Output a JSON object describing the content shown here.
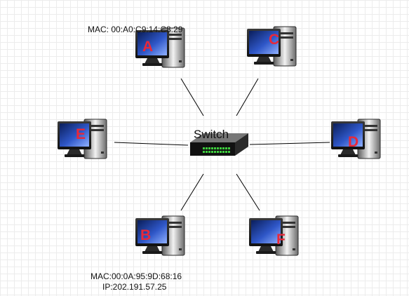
{
  "switch": {
    "label": "Switch",
    "icon": "network-switch-icon"
  },
  "computers": {
    "a": {
      "letter": "A",
      "mac": "MAC: 00:A0:C9:14:C8:29",
      "icon": "desktop-computer-icon"
    },
    "b": {
      "letter": "B",
      "mac": "MAC:00:0A:95:9D:68:16",
      "ip": "IP:202.191.57.25",
      "icon": "desktop-computer-icon"
    },
    "c": {
      "letter": "C",
      "icon": "desktop-computer-icon"
    },
    "d": {
      "letter": "D",
      "icon": "desktop-computer-icon"
    },
    "e": {
      "letter": "E",
      "icon": "desktop-computer-icon"
    },
    "f": {
      "letter": "F",
      "icon": "desktop-computer-icon"
    }
  },
  "colors": {
    "letter": "#e8283a",
    "switch_port": "#3ecf3e",
    "connection": "#000000",
    "grid": "#ececec"
  }
}
